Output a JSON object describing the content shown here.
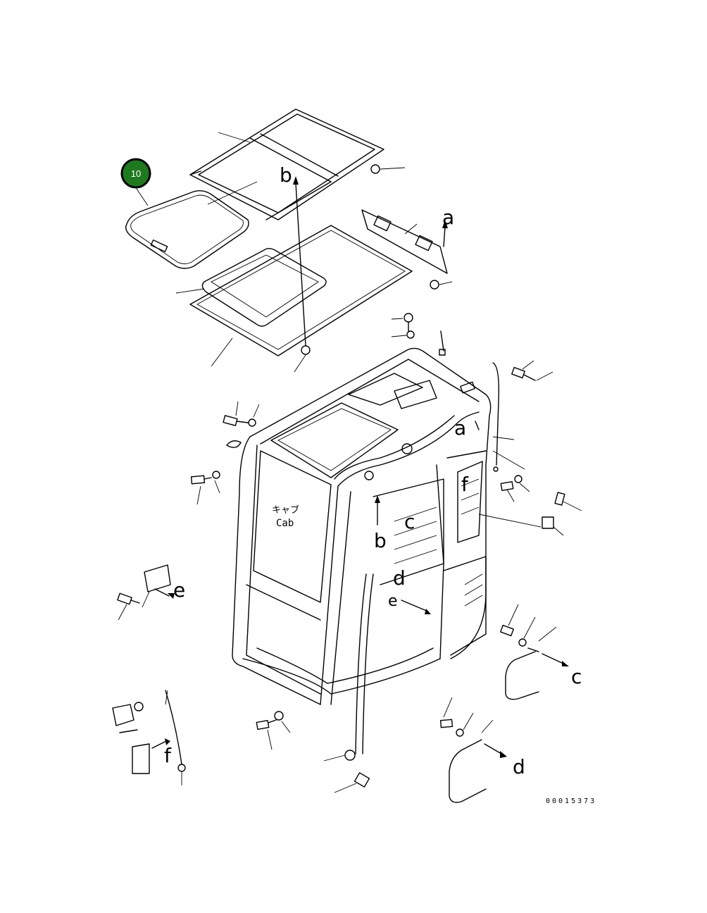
{
  "callout": {
    "number": "10",
    "fill": "#1f7a1f",
    "ring": "#000000"
  },
  "labels": {
    "a_top": "a",
    "a_cab": "a",
    "b_top": "b",
    "b_cab": "b",
    "c_cab": "c",
    "c_grip": "c",
    "d_cab": "d",
    "d_grip": "d",
    "e_left": "e",
    "e_cab": "e",
    "f_cab": "f",
    "f_left": "f"
  },
  "cab_label": {
    "jp": "キャブ",
    "en": "Cab"
  },
  "document_number": "00015373",
  "colors": {
    "line": "#000000",
    "background": "#ffffff"
  }
}
